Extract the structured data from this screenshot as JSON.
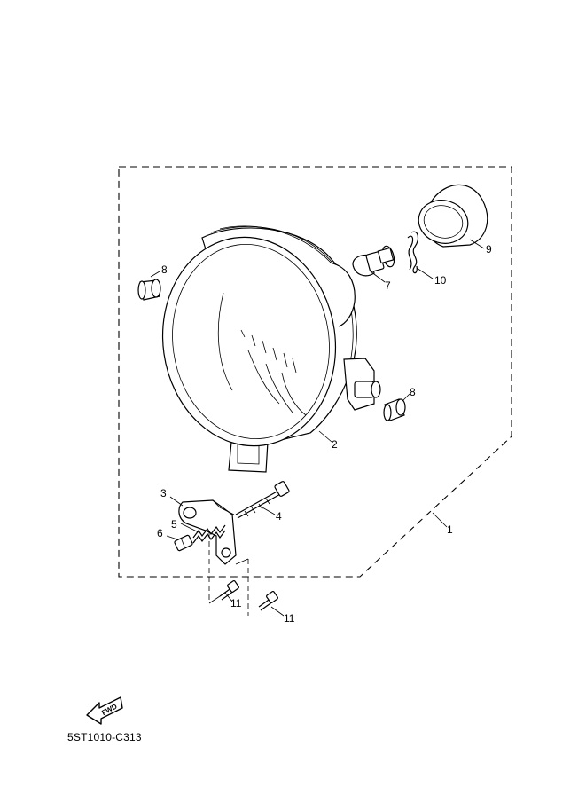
{
  "diagram": {
    "drawing_code": "5ST1010-C313",
    "fwd_label": "FWD",
    "callouts": [
      {
        "id": "c1",
        "text": "1"
      },
      {
        "id": "c2",
        "text": "2"
      },
      {
        "id": "c3",
        "text": "3"
      },
      {
        "id": "c4",
        "text": "4"
      },
      {
        "id": "c5",
        "text": "5"
      },
      {
        "id": "c6",
        "text": "6"
      },
      {
        "id": "c7",
        "text": "7"
      },
      {
        "id": "c8a",
        "text": "8"
      },
      {
        "id": "c8b",
        "text": "8"
      },
      {
        "id": "c9",
        "text": "9"
      },
      {
        "id": "c10",
        "text": "10"
      },
      {
        "id": "c11a",
        "text": "11"
      },
      {
        "id": "c11b",
        "text": "11"
      }
    ]
  }
}
